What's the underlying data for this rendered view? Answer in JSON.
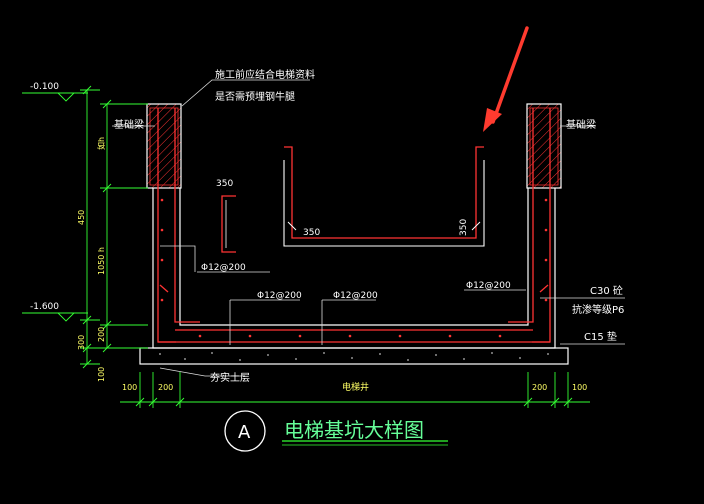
{
  "colors": {
    "background": "#000000",
    "concrete_outline": "#ffffff",
    "rebar": "#ff3333",
    "dimension": "#33ff33",
    "leader": "#cccccc",
    "label_white": "#ffffff",
    "label_yellow": "#ffff66",
    "label_green": "#33ff33",
    "arrow": "#ff3b2f"
  },
  "levels": {
    "top": "-0.100",
    "bottom": "-1.600"
  },
  "annotations": {
    "note_line1": "施工前应结合电梯资料",
    "note_line2": "是否需预埋钢牛腿",
    "beam_left": "基础梁",
    "beam_right": "基础梁",
    "hook_dim_top": "350",
    "hook_dim_left": "350",
    "hook_dim_right": "350",
    "wall_rebar": "Φ12@200",
    "slab_rebar_1": "Φ12@200",
    "slab_rebar_2": "Φ12@200",
    "right_wall_rebar": "Φ12@200",
    "concrete_grade": "C30  砼",
    "impermeability": "抗渗等级P6",
    "cushion": "C15  垫",
    "soil": "夯实土层"
  },
  "dimensions": {
    "left_vertical": [
      "如h",
      "450",
      "1050 h",
      "200",
      "300",
      "100"
    ],
    "bottom": [
      "100",
      "200",
      "电梯井",
      "200",
      "100"
    ]
  },
  "title": {
    "marker": "A",
    "text": "电梯基坑大样图"
  }
}
